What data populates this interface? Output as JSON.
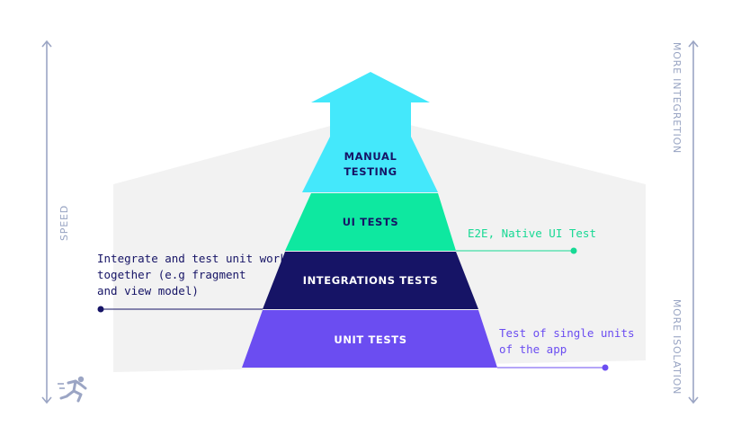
{
  "layers": {
    "manual_line1": "MANUAL",
    "manual_line2": "TESTING",
    "ui": "UI TESTS",
    "integration": "INTEGRATIONS TESTS",
    "unit": "UNIT TESTS"
  },
  "notes": {
    "ui": "E2E, Native UI Test",
    "integration_line1": "Integrate and test unit work",
    "integration_line2": "together (e.g fragment",
    "integration_line3": "and view model)",
    "unit_line1": "Test of single units",
    "unit_line2": "of the app"
  },
  "axis": {
    "left": "SPEED",
    "right_top": "MORE INTEGRETION",
    "right_bottom": "MORE ISOLATION"
  },
  "icons": {
    "runner": "running-person-icon"
  },
  "colors": {
    "manual": "#44e8fb",
    "ui": "#0ee8a0",
    "integration": "#161466",
    "unit": "#6b4df1",
    "ui_note": "#17d994",
    "integration_note": "#161466",
    "unit_note": "#6b4df1",
    "background_house": "#f2f2f2",
    "axis": "#9ba5c4"
  }
}
